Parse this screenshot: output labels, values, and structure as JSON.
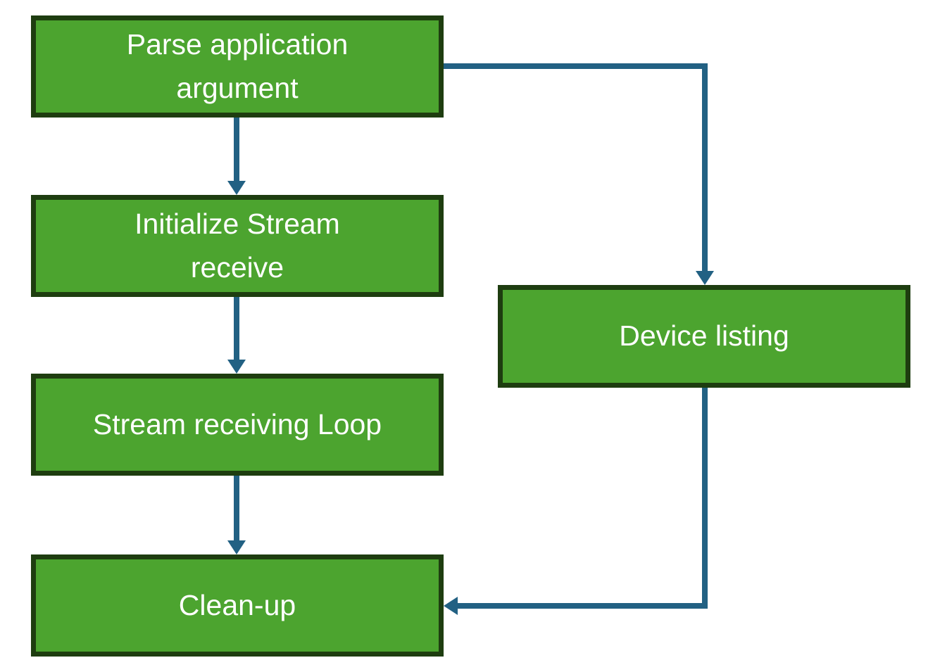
{
  "diagram": {
    "type": "flowchart",
    "nodes": [
      {
        "id": "parse",
        "label": "Parse application\nargument"
      },
      {
        "id": "init",
        "label": "Initialize Stream\nreceive"
      },
      {
        "id": "loop",
        "label": "Stream receiving Loop"
      },
      {
        "id": "cleanup",
        "label": "Clean-up"
      },
      {
        "id": "devices",
        "label": "Device listing"
      }
    ],
    "edges": [
      {
        "from": "parse",
        "to": "init",
        "style": "straight-down-arrow"
      },
      {
        "from": "init",
        "to": "loop",
        "style": "straight-down-arrow"
      },
      {
        "from": "loop",
        "to": "cleanup",
        "style": "straight-down-arrow"
      },
      {
        "from": "parse",
        "to": "devices",
        "style": "elbow-right-then-down-arrow"
      },
      {
        "from": "devices",
        "to": "cleanup",
        "style": "elbow-down-then-left-arrow"
      }
    ],
    "colors": {
      "node_fill": "#4CA42F",
      "node_border": "#1E3D10",
      "arrow": "#226183",
      "text": "#FFFFFF",
      "background": "#FFFFFF"
    }
  }
}
